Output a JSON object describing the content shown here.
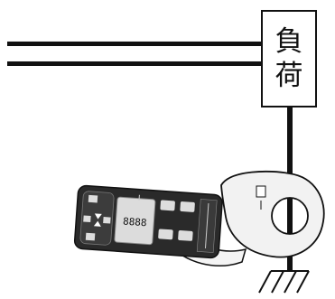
{
  "load_box": {
    "chars": [
      "負",
      "荷"
    ]
  },
  "meter": {
    "display_digits": "8888",
    "icons": [
      "hold-button-icon",
      "light-button-icon",
      "range-button-icon",
      "power-button-icon"
    ]
  },
  "colors": {
    "line": "#111111",
    "meter_body": "#2a2a2a",
    "meter_panel": "#3c3c3c",
    "meter_display": "#dcdcdc",
    "clamp": "#f2f2f2",
    "background": "#ffffff"
  }
}
